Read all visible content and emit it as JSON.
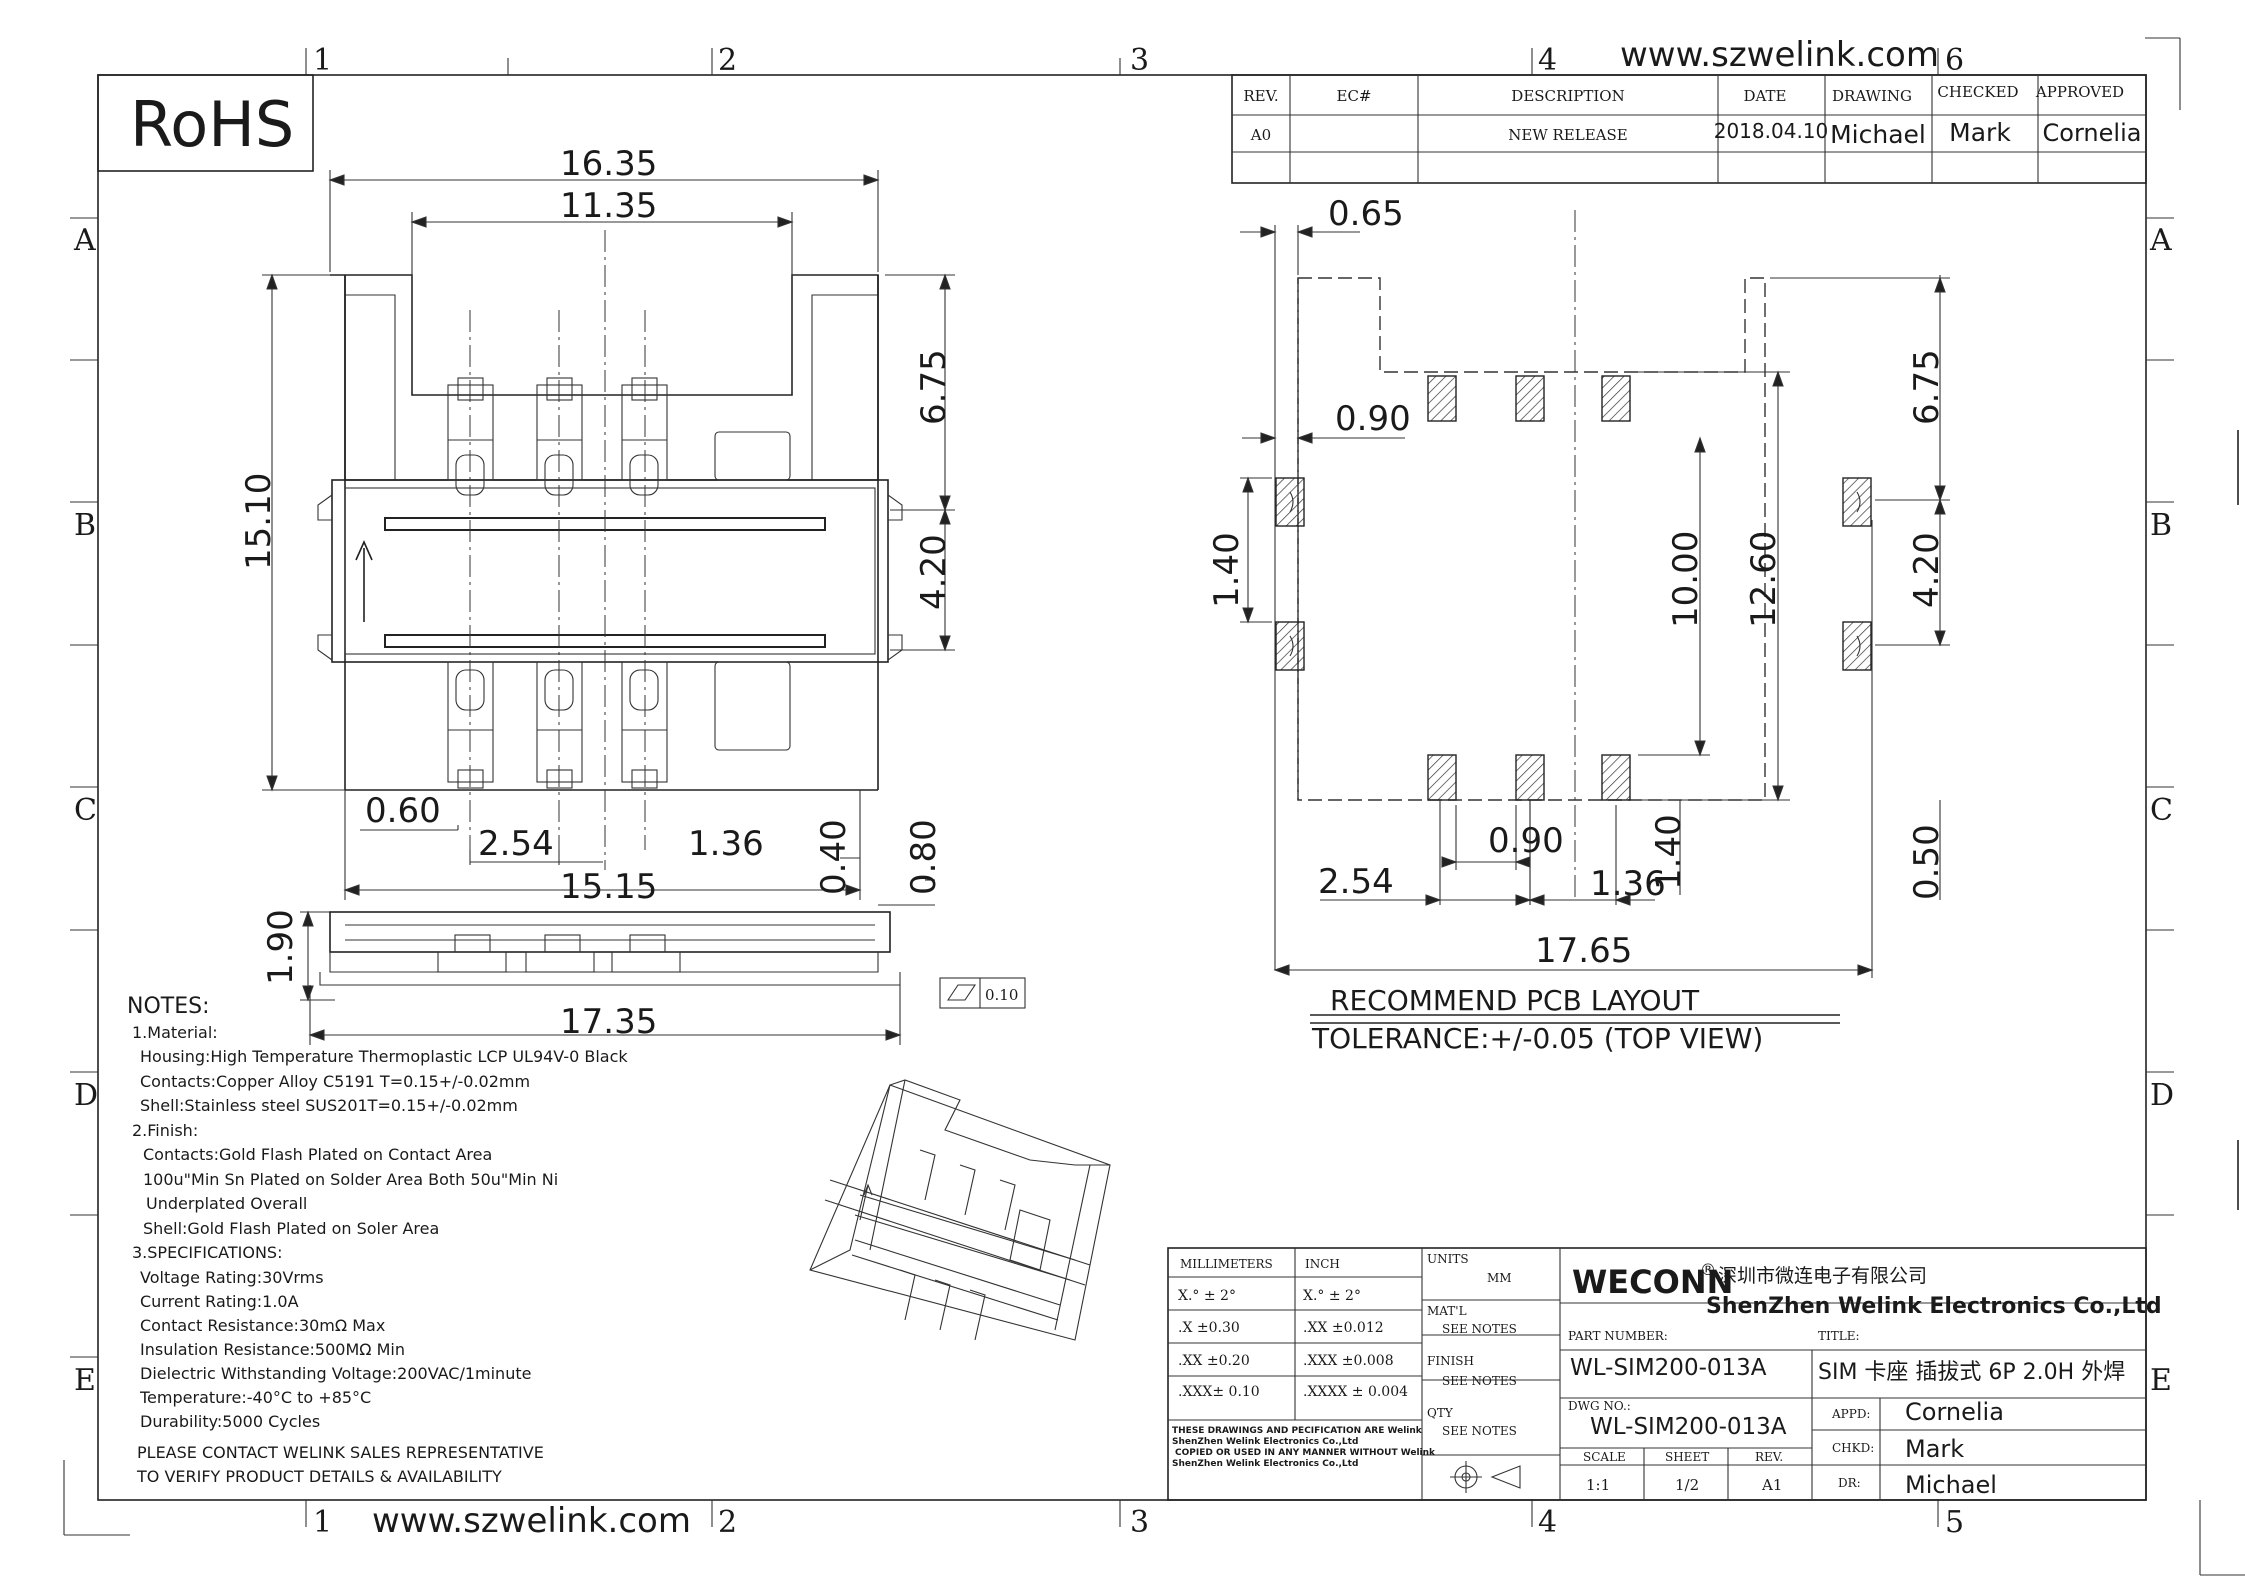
{
  "header": {
    "rohs": "RoHS",
    "website_top": "www.szwelink.com",
    "website_bottom": "www.szwelink.com"
  },
  "grid": {
    "cols": [
      "1",
      "2",
      "3",
      "4",
      "5",
      "6"
    ],
    "rows": [
      "A",
      "B",
      "C",
      "D",
      "E"
    ]
  },
  "revision_table": {
    "headers": [
      "REV.",
      "EC#",
      "DESCRIPTION",
      "DATE",
      "DRAWING",
      "CHECKED",
      "APPROVED"
    ],
    "row": [
      "A0",
      "",
      "NEW RELEASE",
      "2018.04.10",
      "Michael",
      "Mark",
      "Cornelia"
    ]
  },
  "dims_left": {
    "d1": "16.35",
    "d2": "11.35",
    "d3": "6.75",
    "d4": "15.10",
    "d5": "4.20",
    "d6": "0.60",
    "d7": "2.54",
    "d8": "1.36",
    "d9": "0.40",
    "d10": "0.80",
    "d11": "15.15",
    "d12": "1.90",
    "d13": "17.35",
    "flat": "0.10"
  },
  "dims_right": {
    "r1": "0.65",
    "r2": "0.90",
    "r3": "6.75",
    "r4": "1.40",
    "r5": "10.00",
    "r6": "12.60",
    "r7": "4.20",
    "r8": "0.90",
    "r9": "1.40",
    "r10": "0.50",
    "r11": "2.54",
    "r12": "1.36",
    "r13": "17.65",
    "caption1": "RECOMMEND PCB LAYOUT",
    "caption2": "TOLERANCE:+/-0.05 (TOP VIEW)"
  },
  "notes": [
    "NOTES:",
    "1.Material:",
    "Housing:High Temperature Thermoplastic  LCP UL94V-0 Black",
    "Contacts:Copper Alloy C5191 T=0.15+/-0.02mm",
    "Shell:Stainless steel SUS201T=0.15+/-0.02mm",
    "2.Finish:",
    "Contacts:Gold Flash Plated on Contact Area",
    "100u\"Min Sn Plated on Solder Area Both 50u\"Min Ni",
    "Underplated Overall",
    "Shell:Gold Flash Plated on Soler Area",
    "3.SPECIFICATIONS:",
    "Voltage Rating:30Vrms",
    "Current Rating:1.0A",
    "Contact Resistance:30mΩ Max",
    "Insulation Resistance:500MΩ Min",
    "Dielectric Withstanding Voltage:200VAC/1minute",
    "Temperature:-40°C to +85°C",
    "Durability:5000 Cycles",
    "PLEASE CONTACT WELINK SALES REPRESENTATIVE",
    "TO VERIFY PRODUCT DETAILS & AVAILABILITY"
  ],
  "title_block": {
    "tol_headers": [
      "MILLIMETERS",
      "INCH"
    ],
    "tol_rows": [
      [
        "X.°  ± 2°",
        "X.°  ± 2°"
      ],
      [
        ".X  ±0.30",
        ".XX  ±0.012"
      ],
      [
        ".XX  ±0.20",
        ".XXX  ±0.008"
      ],
      [
        ".XXX± 0.10",
        ".XXXX ± 0.004"
      ]
    ],
    "disclaimer": [
      "THESE DRAWINGS AND PECIFICATION  ARE Welink",
      "ShenZhen Welink Electronics Co.,Ltd",
      "COPIED OR USED IN ANY MANNER WITHOUT Welink",
      "ShenZhen Welink Electronics Co.,Ltd"
    ],
    "units_label": "UNITS",
    "units_value": "MM",
    "material_label": "MAT'L",
    "material_value": "SEE NOTES",
    "finish_label": "FINISH",
    "finish_value": "SEE NOTES",
    "qty_label": "QTY",
    "qty_value": "SEE NOTES",
    "brand": "WECONN",
    "reg": "®",
    "company_cn": "深圳市微连电子有限公司",
    "company_en": "ShenZhen Welink Electronics Co.,Ltd",
    "part_number_label": "PART NUMBER:",
    "part_number": "WL-SIM200-013A",
    "title_label": "TITLE:",
    "title": "SIM 卡座 插拔式 6P 2.0H 外焊",
    "dwg_no_label": "DWG NO.:",
    "dwg_no": "WL-SIM200-013A",
    "scale_label": "SCALE",
    "scale": "1:1",
    "sheet_label": "SHEET",
    "sheet": "1/2",
    "rev_label": "REV.",
    "rev": "A1",
    "appd_label": "APPD:",
    "appd": "Cornelia",
    "chkd_label": "CHKD:",
    "chkd": "Mark",
    "dr_label": "DR:",
    "dr": "Michael"
  }
}
